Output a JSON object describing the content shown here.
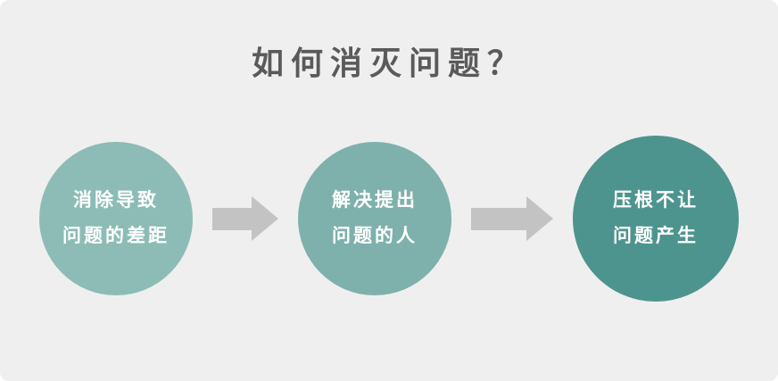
{
  "title": "如何消灭问题？",
  "steps": [
    {
      "line1": "消除导致",
      "line2": "问题的差距",
      "color": "#8cbcb5"
    },
    {
      "line1": "解决提出",
      "line2": "问题的人",
      "color": "#7eb1ac"
    },
    {
      "line1": "压根不让",
      "line2": "问题产生",
      "color": "#4e948e"
    }
  ],
  "colors": {
    "background": "#efefef",
    "title_color": "#5a5a5a",
    "arrow_color": "#c3c3c3",
    "step_text_color": "#ffffff"
  }
}
